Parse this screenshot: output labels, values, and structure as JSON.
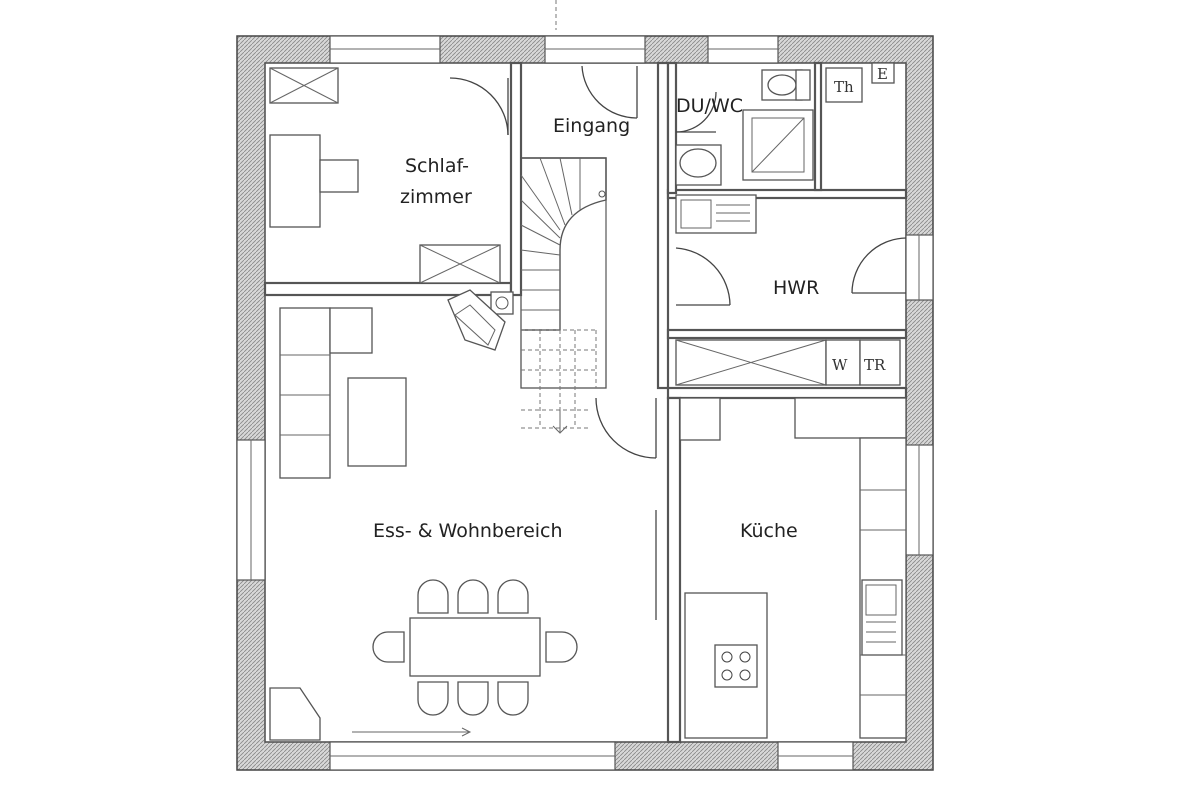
{
  "rooms": {
    "schlafzimmer_line1": "Schlaf-",
    "schlafzimmer_line2": "zimmer",
    "eingang": "Eingang",
    "du_wc": "DU/WC",
    "hwr": "HWR",
    "wohnbereich": "Ess- & Wohnbereich",
    "kueche": "Küche"
  },
  "appliances": {
    "therme": "Th",
    "electric": "E",
    "washer": "W",
    "dryer": "TR"
  },
  "colors": {
    "wall_stroke": "#555555",
    "label": "#222222"
  }
}
